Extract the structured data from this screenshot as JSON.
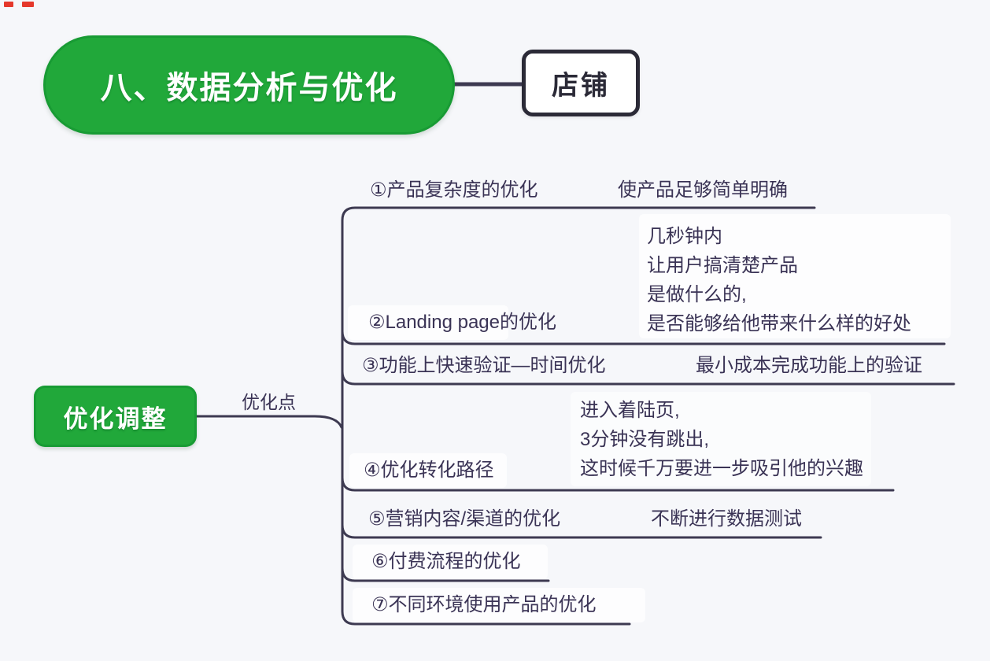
{
  "colors": {
    "green": "#21a83a",
    "green_dark": "#13902f",
    "line": "#3d3a51",
    "text": "#3a3355",
    "dark": "#2b2a37",
    "bg": "#f6f7fa",
    "red_mark": "#e5382b"
  },
  "root": {
    "title": "八、数据分析与优化"
  },
  "shop": {
    "label": "店铺"
  },
  "left_node": {
    "label": "优化调整"
  },
  "branch": {
    "label": "优化点"
  },
  "items": [
    {
      "label": "①产品复杂度的优化",
      "note": "使产品足够简单明确"
    },
    {
      "label": "②Landing page的优化",
      "note_lines": [
        "几秒钟内",
        "让用户搞清楚产品",
        "是做什么的,",
        "是否能够给他带来什么样的好处"
      ]
    },
    {
      "label": "③功能上快速验证—时间优化",
      "note": "最小成本完成功能上的验证"
    },
    {
      "label": "④优化转化路径",
      "note_lines": [
        "进入着陆页,",
        "3分钟没有跳出,",
        "这时候千万要进一步吸引他的兴趣"
      ]
    },
    {
      "label": "⑤营销内容/渠道的优化",
      "note": "不断进行数据测试"
    },
    {
      "label": "⑥付费流程的优化"
    },
    {
      "label": "⑦不同环境使用产品的优化"
    }
  ]
}
